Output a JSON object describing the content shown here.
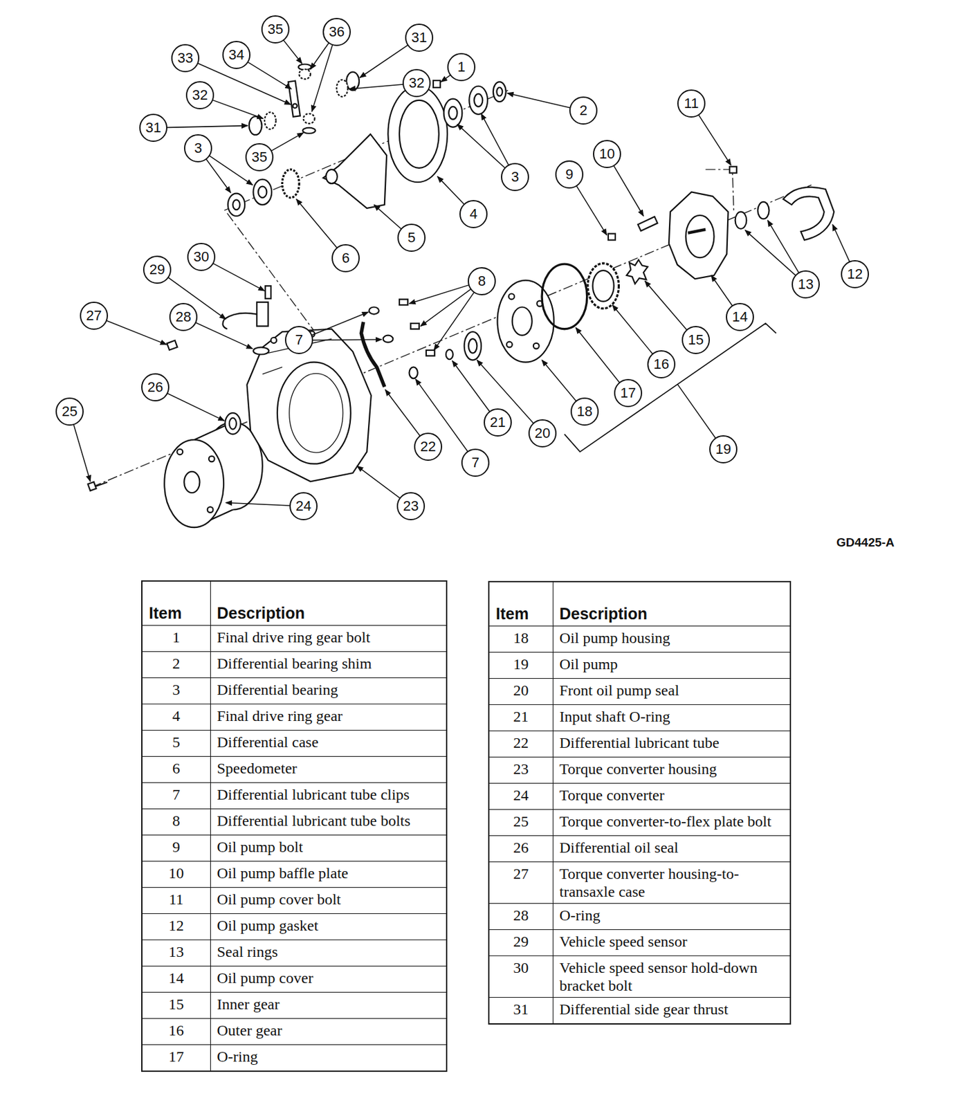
{
  "diagram": {
    "nodes": [
      {
        "text": [
          "35"
        ]
      },
      {
        "text": [
          "36"
        ]
      },
      {
        "text": [
          "31"
        ]
      },
      {
        "text": [
          "34"
        ]
      },
      {
        "text": [
          "33"
        ]
      },
      {
        "text": [
          "1"
        ]
      },
      {
        "text": [
          "32"
        ]
      },
      {
        "text": [
          "32"
        ]
      },
      {
        "text": [
          "11"
        ]
      },
      {
        "text": [
          "2"
        ]
      },
      {
        "text": [
          "31"
        ]
      },
      {
        "text": [
          "3"
        ]
      },
      {
        "text": [
          "10"
        ]
      },
      {
        "text": [
          "35"
        ]
      },
      {
        "text": [
          "9"
        ]
      },
      {
        "text": [
          "3"
        ]
      },
      {
        "text": [
          "4"
        ]
      },
      {
        "text": [
          "5"
        ]
      },
      {
        "text": [
          "30"
        ]
      },
      {
        "text": [
          "6"
        ]
      },
      {
        "text": [
          "29"
        ]
      },
      {
        "text": [
          "12"
        ]
      },
      {
        "text": [
          "8"
        ]
      },
      {
        "text": [
          "13"
        ]
      },
      {
        "text": [
          "27"
        ]
      },
      {
        "text": [
          "14"
        ]
      },
      {
        "text": [
          "28"
        ]
      },
      {
        "text": [
          "7"
        ]
      },
      {
        "text": [
          "15"
        ]
      },
      {
        "text": [
          "16"
        ]
      },
      {
        "text": [
          "26"
        ]
      },
      {
        "text": [
          "17"
        ]
      },
      {
        "text": [
          "18"
        ]
      },
      {
        "text": [
          "25"
        ]
      },
      {
        "text": [
          "21"
        ]
      },
      {
        "text": [
          "20"
        ]
      },
      {
        "text": [
          "22"
        ]
      },
      {
        "text": [
          "19"
        ]
      },
      {
        "text": [
          "7"
        ]
      },
      {
        "text": [
          "24"
        ]
      },
      {
        "text": [
          "23"
        ]
      }
    ],
    "labels": [
      "GD4425-A",
      "Item",
      "Description",
      "1",
      "Final drive ring gear bolt",
      "2",
      "Differential bearing shim",
      "3",
      "Differential bearing",
      "4",
      "Final drive ring gear",
      "5",
      "Differential case",
      "6",
      "Speedometer",
      "7",
      "Differential lubricant tube clips",
      "8",
      "Differential lubricant tube bolts",
      "9",
      "Oil pump bolt",
      "10",
      "Oil pump baffle plate",
      "11",
      "Oil pump cover bolt",
      "12",
      "Oil pump gasket",
      "13",
      "Seal rings",
      "14",
      "Oil pump cover",
      "15",
      "Inner gear",
      "16",
      "Outer gear",
      "17",
      "O-ring",
      "Item",
      "Description",
      "18",
      "Oil pump housing",
      "19",
      "Oil pump",
      "20",
      "Front oil pump seal",
      "21",
      "Input shaft O-ring",
      "22",
      "Differential lubricant tube",
      "23",
      "Torque converter housing",
      "24",
      "Torque converter",
      "25",
      "Torque converter-to-flex plate bolt",
      "26",
      "Differential oil seal",
      "27",
      "Torque converter housing-to-transaxle case",
      "28",
      "O-ring",
      "29",
      "Vehicle speed sensor",
      "30",
      "Vehicle speed sensor hold-down bracket bolt",
      "31",
      "Differential side gear thrust"
    ]
  }
}
